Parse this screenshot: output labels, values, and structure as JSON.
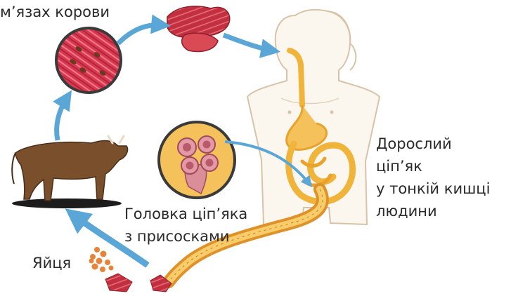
{
  "labels": {
    "cow_muscle": "м’язах корови",
    "adult_line1": "Дорослий",
    "adult_line2": "ціп’як",
    "adult_line3": "у тонкій кишці",
    "adult_line4": "людини",
    "head_line1": "Головка ціп’яка",
    "head_line2": "з присосками",
    "eggs": "Яйця"
  },
  "colors": {
    "arrow": "#5aa6d6",
    "muscle": "#c8324a",
    "intestine": "#f1b43a",
    "skin_outline": "#d8c3a8",
    "cow_body": "#7a4f2c",
    "scolex_circle": "#f5c15a"
  }
}
